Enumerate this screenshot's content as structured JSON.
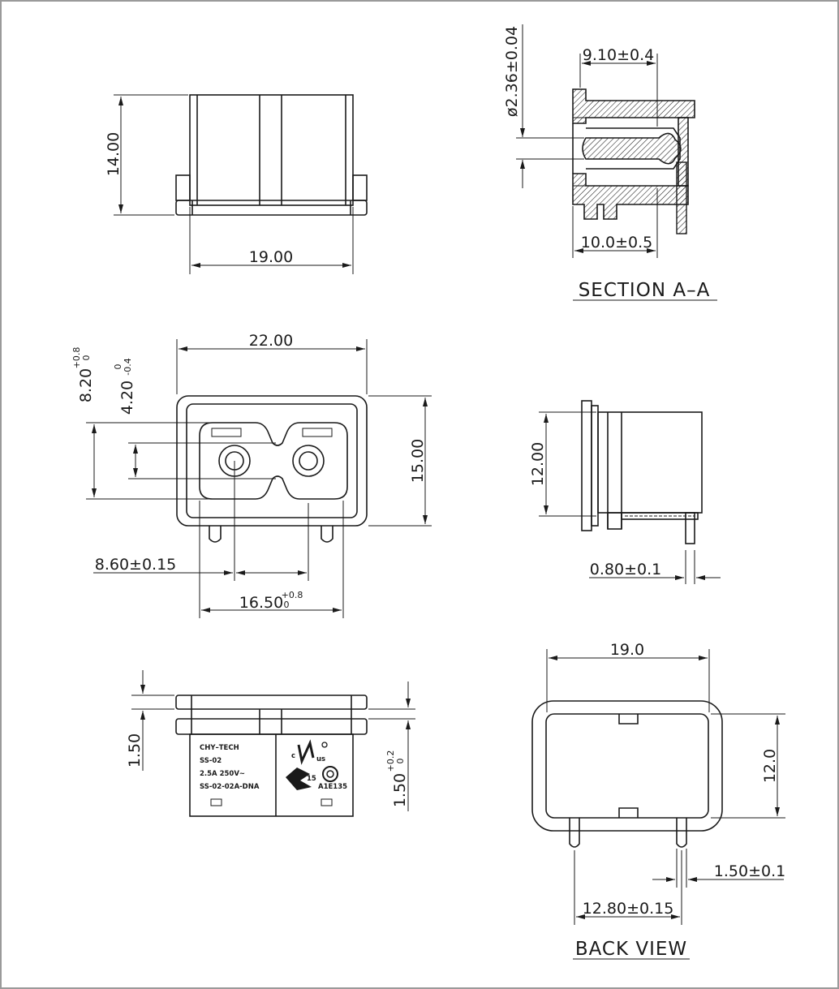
{
  "dimensions": {
    "top_height": "14.00",
    "top_width": "19.00",
    "section_dia": "ø2.36±0.04",
    "section_depth": "9.10±0.4",
    "section_len": "10.0±0.5",
    "front_width": "22.00",
    "front_height": "15.00",
    "front_82_main": "8.20",
    "front_82_tol_up": "+0.8",
    "front_82_tol_dn": "0",
    "front_42_main": "4.20",
    "front_42_tol_up": "0",
    "front_42_tol_dn": "-0.4",
    "front_pitch": "8.60±0.15",
    "front_1650_main": "16.50",
    "front_1650_tol_up": "+0.8",
    "front_1650_tol_dn": "0",
    "side_height": "12.00",
    "side_pin": "0.80±0.1",
    "bottom_left": "1.50",
    "bottom_right_main": "1.50",
    "bottom_right_tol_up": "+0.2",
    "bottom_right_tol_dn": "0",
    "back_width": "19.0",
    "back_height": "12.0",
    "back_pin": "1.50±0.1",
    "back_pitch": "12.80±0.15"
  },
  "titles": {
    "section": "SECTION  A–A",
    "back": "BACK  VIEW"
  },
  "marking": {
    "brand": "CHY–TECH",
    "model": "SS-02",
    "rating": "2.5A 250V~",
    "part": "SS-02-02A-DNA",
    "ul_c": "c",
    "ul_us": "us",
    "cert_no": "A1E135",
    "mark15": "15"
  },
  "icons": [
    "ul-recognized-icon",
    "ccc-icon",
    "kema-icon"
  ]
}
